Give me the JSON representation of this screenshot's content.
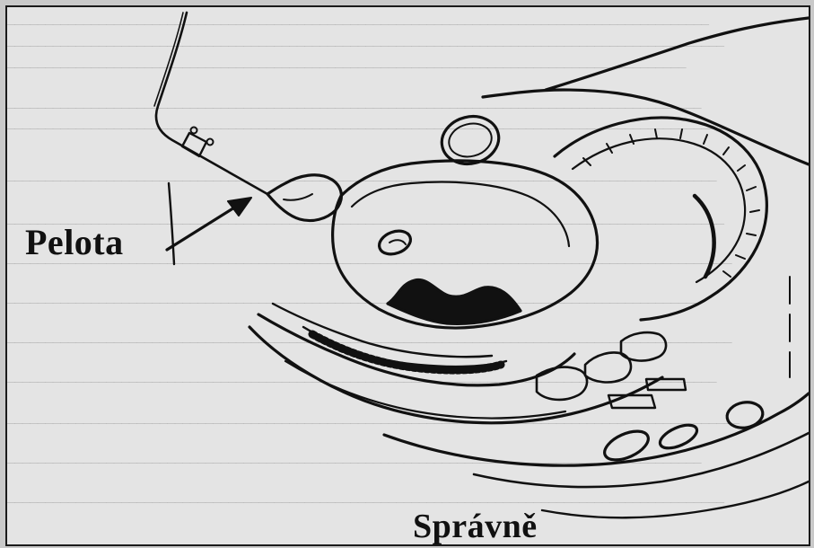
{
  "figure": {
    "labels": {
      "pelota": "Pelota",
      "spravne": "Správně"
    }
  },
  "colors": {
    "ink": "#111111",
    "paper": "#e4e4e4",
    "frame": "#1a1a1a"
  },
  "icons": {
    "illustration": "anatomical-cross-section-drawing",
    "pointer": "arrow-icon"
  }
}
